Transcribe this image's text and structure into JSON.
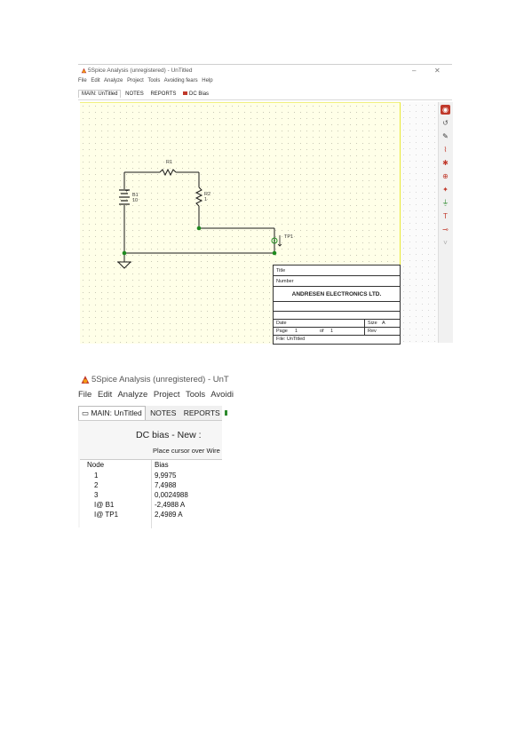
{
  "screenshot1": {
    "window_title": "5Spice Analysis (unregistered) - UnTitled",
    "window_buttons": [
      "–",
      "☐",
      "✕"
    ],
    "menu": [
      "File",
      "Edit",
      "Analyze",
      "Project",
      "Tools",
      "Avoiding fears",
      "Help"
    ],
    "tabs": [
      {
        "label": "MAIN: UnTitled",
        "active": true
      },
      {
        "label": "NOTES",
        "active": false
      },
      {
        "label": "REPORTS",
        "active": false
      },
      {
        "label": "DC Bias",
        "active": false,
        "icon": "red-square-icon"
      }
    ],
    "schematic": {
      "resistor1": "R1",
      "resistor2": "R2",
      "resistor2_value": "1",
      "battery_name": "B1",
      "battery_value": "10",
      "battery_plus": "+",
      "testpoint": "TP1"
    },
    "title_block": {
      "title_label": "Title",
      "number_label": "Number",
      "company": "ANDRESEN ELECTRONICS LTD.",
      "date_label": "Date",
      "size_label": "Size",
      "size_value": "A",
      "page_label": "Page",
      "page_value": "1",
      "of_label": "of",
      "of_value": "1",
      "rev_label": "Rev",
      "file_label": "File: UnTitled"
    },
    "toolbar_icons": [
      "record-icon",
      "pointer-icon",
      "pencil-icon",
      "resistor-tool-icon",
      "capacitor-tool-icon",
      "source-tool-icon",
      "node-tool-icon",
      "ground-tool-icon",
      "testpoint-tool-icon",
      "probe-tool-icon"
    ],
    "colors": {
      "canvas": "#ffffe8",
      "wire": "#1a1a1a",
      "node": "#1e8a1e",
      "accent": "#c0392b"
    }
  },
  "screenshot2": {
    "window_title": "5Spice Analysis (unregistered) - UnT",
    "menu": [
      "File",
      "Edit",
      "Analyze",
      "Project",
      "Tools",
      "Avoidi"
    ],
    "tabs": [
      {
        "label": "MAIN: UnTitled",
        "active": true
      },
      {
        "label": "NOTES",
        "active": false
      },
      {
        "label": "REPORTS",
        "active": false
      }
    ],
    "dc_title": "DC bias - New    :",
    "hint": "Place cursor over Wire",
    "table": {
      "headers": [
        "Node",
        "Bias"
      ],
      "rows": [
        [
          "1",
          "9,9975"
        ],
        [
          "2",
          "7,4988"
        ],
        [
          "3",
          "0,0024988"
        ],
        [
          "I@ B1",
          "-2,4988  A"
        ],
        [
          "I@ TP1",
          "2,4989  A"
        ]
      ]
    }
  }
}
